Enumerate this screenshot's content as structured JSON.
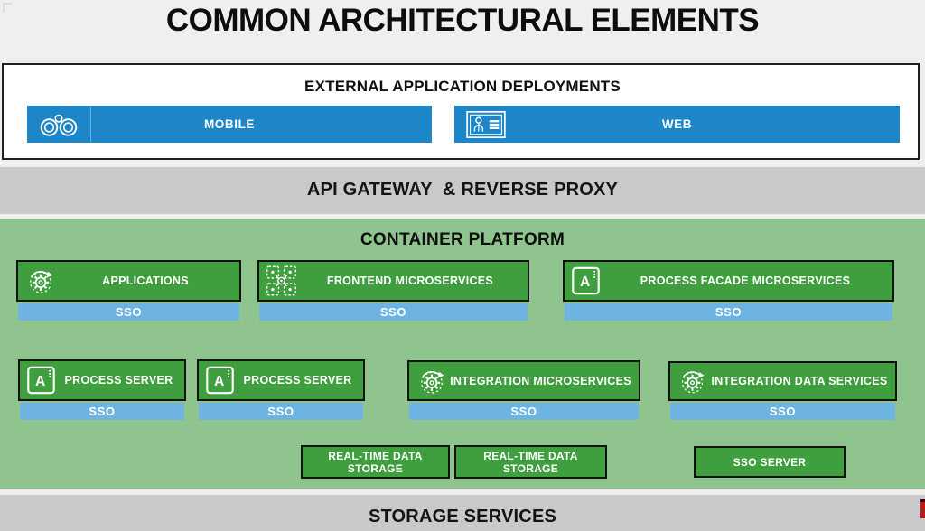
{
  "title": "COMMON ARCHITECTURAL ELEMENTS",
  "external_deployments": {
    "title": "EXTERNAL APPLICATION DEPLOYMENTS",
    "mobile": {
      "label": "MOBILE",
      "icon": "binoculars-icon"
    },
    "web": {
      "label": "WEB",
      "icon": "id-card-icon"
    }
  },
  "api_gateway": {
    "label": "API GATEWAY  & REVERSE PROXY"
  },
  "container_platform": {
    "title": "CONTAINER PLATFORM",
    "boxes": [
      {
        "label": "APPLICATIONS",
        "icon": "gear-refresh-icon",
        "sso": "SSO"
      },
      {
        "label": "FRONTEND MICROSERVICES",
        "icon": "microservices-hub-icon",
        "sso": "SSO"
      },
      {
        "label": "PROCESS FACADE MICROSERVICES",
        "icon": "process-a-icon",
        "sso": "SSO"
      },
      {
        "label": "PROCESS SERVER",
        "icon": "process-a-icon",
        "sso": "SSO"
      },
      {
        "label": "PROCESS SERVER",
        "icon": "process-a-icon",
        "sso": "SSO"
      },
      {
        "label": "INTEGRATION MICROSERVICES",
        "icon": "gear-refresh-icon",
        "sso": "SSO"
      },
      {
        "label": "INTEGRATION DATA SERVICES",
        "icon": "gear-refresh-icon",
        "sso": "SSO"
      },
      {
        "label": "REAL-TIME DATA STORAGE"
      },
      {
        "label": "REAL-TIME DATA STORAGE"
      },
      {
        "label": "SSO SERVER"
      }
    ]
  },
  "storage_services": {
    "label": "STORAGE SERVICES"
  },
  "colors": {
    "page_bg": "#efefef",
    "deployment_blue": "#1c86c8",
    "sso_blue": "#6db4e2",
    "box_green": "#3f9e3d",
    "platform_green": "#90c48e",
    "bar_gray": "#c9c9c9",
    "border_dark": "#1f1f1f",
    "red_artifact": "#b71c1c"
  }
}
